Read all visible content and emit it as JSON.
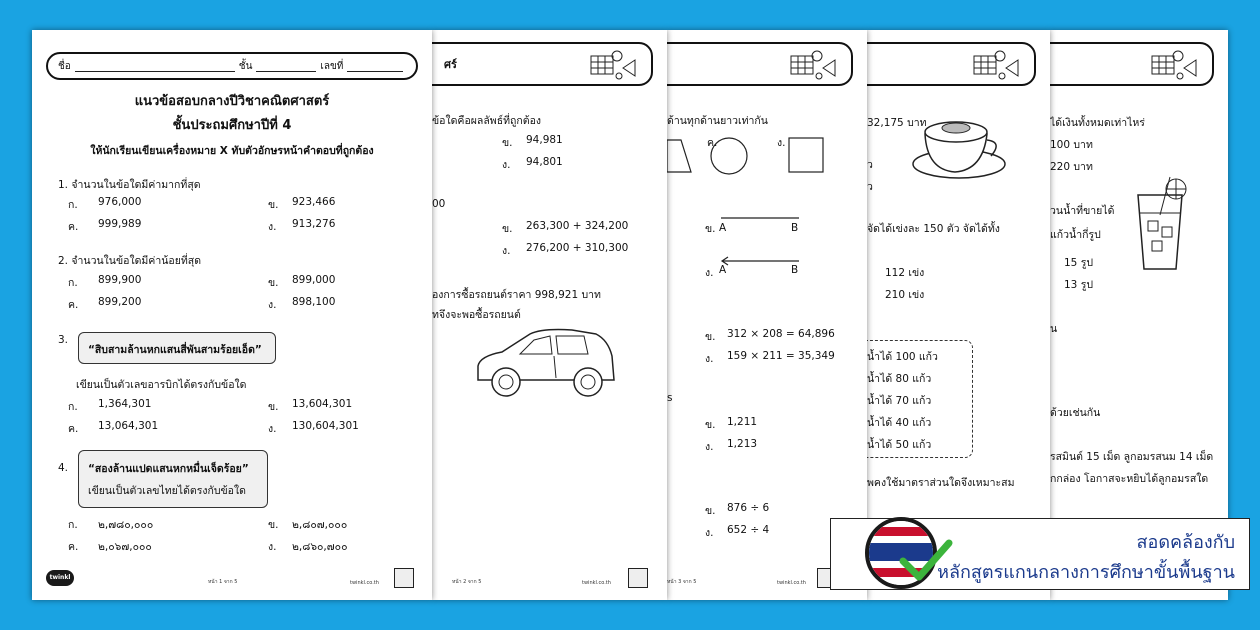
{
  "sheet1": {
    "header": {
      "name": "ชื่อ",
      "grade": "ชั้น",
      "number": "เลขที่"
    },
    "title1": "แนวข้อสอบกลางปีวิชาคณิตศาสตร์",
    "title2": "ชั้นประถมศึกษาปีที่ 4",
    "instruction": "ให้นักเรียนเขียนเครื่องหมาย X ทับตัวอักษรหน้าคำตอบที่ถูกต้อง",
    "q1": {
      "text": "1.   จำนวนในข้อใดมีค่ามากที่สุด",
      "a": "ก.",
      "av": "976,000",
      "b": "ข.",
      "bv": "923,466",
      "c": "ค.",
      "cv": "999,989",
      "d": "ง.",
      "dv": "913,276"
    },
    "q2": {
      "text": "2.  จำนวนในข้อใดมีค่าน้อยที่สุด",
      "a": "ก.",
      "av": "899,900",
      "b": "ข.",
      "bv": "899,000",
      "c": "ค.",
      "cv": "899,200",
      "d": "ง.",
      "dv": "898,100"
    },
    "q3": {
      "num": "3.",
      "box": "“สิบสามล้านหกแสนสี่พันสามร้อยเอ็ด”",
      "text": "เขียนเป็นตัวเลขอารบิกได้ตรงกับข้อใด",
      "a": "ก.",
      "av": "1,364,301",
      "b": "ข.",
      "bv": "13,604,301",
      "c": "ค.",
      "cv": "13,064,301",
      "d": "ง.",
      "dv": "130,604,301"
    },
    "q4": {
      "num": "4.",
      "box1": "“สองล้านแปดแสนหกหมื่นเจ็ดร้อย”",
      "box2": "เขียนเป็นตัวเลขไทยได้ตรงกับข้อใด",
      "a": "ก.",
      "av": "๒,๗๘๐,๐๐๐",
      "b": "ข.",
      "bv": "๒,๘๐๗,๐๐๐",
      "c": "ค.",
      "cv": "๒,๐๖๗,๐๐๐",
      "d": "ง.",
      "dv": "๒,๘๖๐,๗๐๐"
    },
    "footer_page": "หน้า 1 จาก 5",
    "footer_site": "twinkl.co.th",
    "logo": "twinkl"
  },
  "sheet2": {
    "header_trail": "ศร์",
    "l1": "ข้อใดคือผลลัพธ์ที่ถูกต้อง",
    "b1": "ข.",
    "b1v": "94,981",
    "d1": "ง.",
    "d1v": "94,801",
    "l2": "00",
    "b2": "ข.",
    "b2v": "263,300 + 324,200",
    "d2": "ง.",
    "d2v": "276,200 + 310,300",
    "l3": "องการซื้อรถยนต์ราคา 998,921 บาท",
    "l4": "ทจึงจะพอซื้อรถยนต์",
    "footer_page": "หน้า 2 จาก 5",
    "footer_site": "twinkl.co.th"
  },
  "sheet3": {
    "l1": "ด้านทุกด้านยาวเท่ากัน",
    "c": "ค.",
    "d": "ง.",
    "b1": "ข.",
    "A1": "A",
    "B1": "B",
    "d2": "ง.",
    "A2": "A",
    "B2": "B",
    "b3": "ข.",
    "b3v": "312 × 208 = 64,896",
    "d3": "ง.",
    "d3v": "159 × 211 = 35,349",
    "s": "s",
    "b4": "ข.",
    "b4v": "1,211",
    "d4": "ง.",
    "d4v": "1,213",
    "b5": "ข.",
    "b5v": "876 ÷ 6",
    "d5": "ง.",
    "d5v": "652 ÷ 4",
    "footer_page": "หน้า 3 จาก 5",
    "footer_site": "twinkl.co.th"
  },
  "sheet4": {
    "l1": "32,175 บาท",
    "l2": "ว",
    "l3": "ว",
    "l4": "จัดได้เข่งละ 150 ตัว จัดได้ทั้ง",
    "l5": "112 เข่ง",
    "l6": "210 เข่ง",
    "r1": "น้ำได้ 100 แก้ว",
    "r2": "น้ำได้ 80 แก้ว",
    "r3": "น้ำได้ 70 แก้ว",
    "r4": "น้ำได้ 40 แก้ว",
    "r5": "น้ำได้ 50 แก้ว",
    "l7": "พคงใช้มาตราส่วนใดจึงเหมาะสม"
  },
  "sheet5": {
    "l1": "ได้เงินทั้งหมดเท่าไหร่",
    "l2": "100 บาท",
    "l3": "220 บาท",
    "l4": "วนน้ำที่ขายได้",
    "l5": "แก้วน้ำกี่รูป",
    "l6": "15 รูป",
    "l7": "13 รูป",
    "l8": "น",
    "l9": "ด้วยเช่นกัน",
    "l10": "รสมินต์ 15 เม็ด ลูกอมรสนม 14 เม็ด",
    "l11": "กกล่อง โอกาสจะหยิบได้ลูกอมรสใด"
  },
  "badge": {
    "line1": "สอดคล้องกับ",
    "line2": "หลักสูตรแกนกลางการศึกษาขั้นพื้นฐาน"
  },
  "colors": {
    "background": "#1aa3e2",
    "badge_text": "#1b3a8c",
    "check": "#3cb43c"
  }
}
